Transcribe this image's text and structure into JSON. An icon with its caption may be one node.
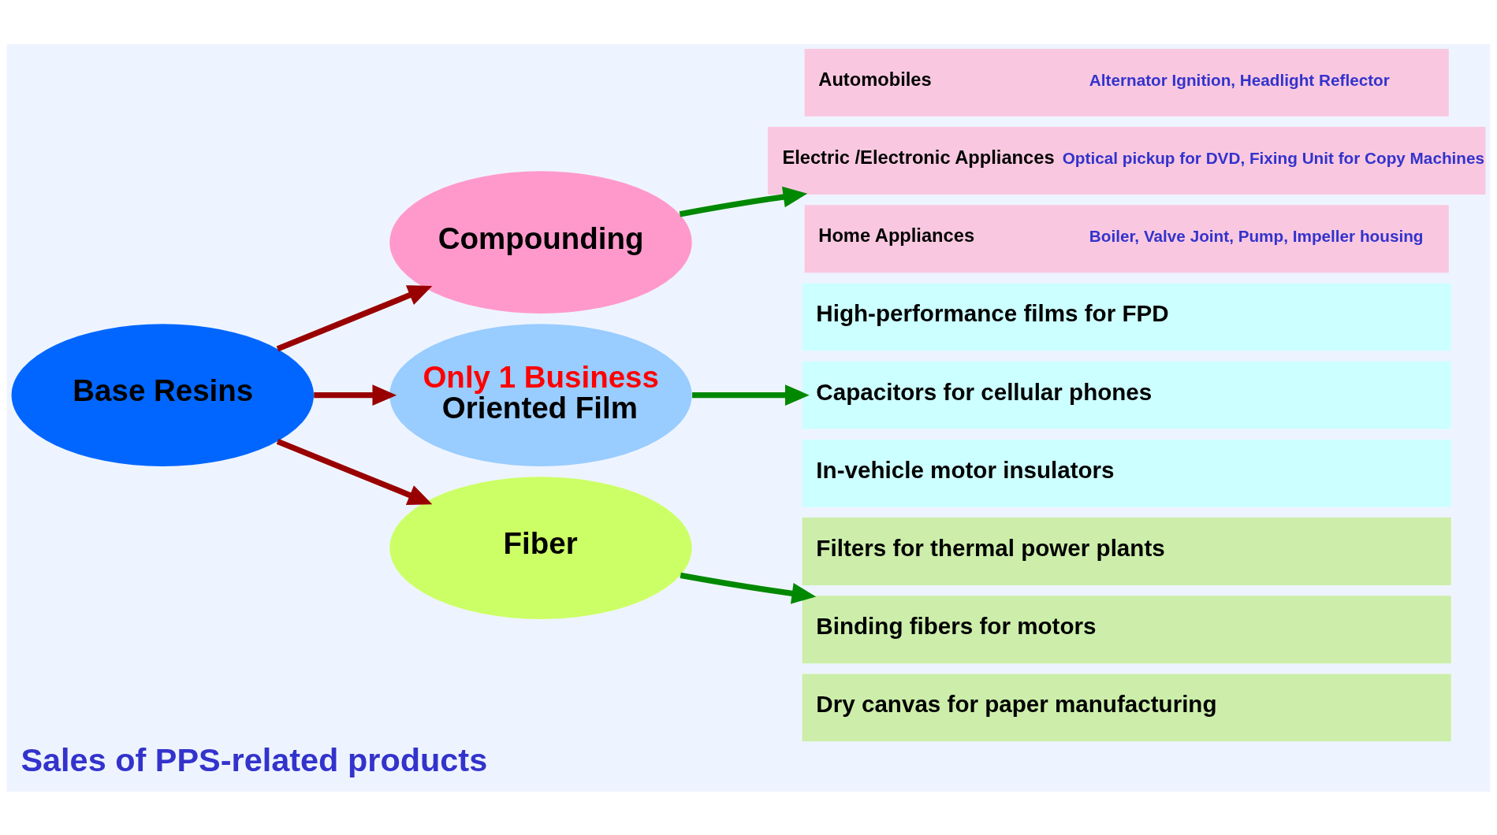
{
  "diagram": {
    "caption": "Sales of PPS-related products",
    "nodes": [
      {
        "text": [
          "Base Resins"
        ]
      },
      {
        "text": [
          "Compounding"
        ]
      },
      {
        "text": [
          "Only 1 Business",
          "Oriented Film"
        ]
      },
      {
        "text": [
          "Fiber"
        ]
      },
      {
        "text": [
          "Automobiles",
          "Alternator Ignition, Headlight Reflector"
        ]
      },
      {
        "text": [
          "Electric /Electronic Appliances",
          "Optical pickup for DVD, Fixing Unit for Copy Machines"
        ]
      },
      {
        "text": [
          "Home Appliances",
          "Boiler, Valve Joint, Pump, Impeller housing"
        ]
      },
      {
        "text": [
          "High-performance films for FPD"
        ]
      },
      {
        "text": [
          "Capacitors for cellular phones"
        ]
      },
      {
        "text": [
          "In-vehicle motor insulators"
        ]
      },
      {
        "text": [
          "Filters for thermal power plants"
        ]
      },
      {
        "text": [
          "Binding fibers for motors"
        ]
      },
      {
        "text": [
          "Dry canvas for paper manufacturing"
        ]
      }
    ],
    "edges": [
      {
        "from": 0,
        "to": 1,
        "arrow": "to",
        "color": "#990000"
      },
      {
        "from": 0,
        "to": 2,
        "arrow": "to",
        "color": "#990000"
      },
      {
        "from": 0,
        "to": 3,
        "arrow": "to",
        "color": "#990000"
      },
      {
        "from": 1,
        "to": 5,
        "arrow": "to",
        "color": "#008800"
      },
      {
        "from": 2,
        "to": 8,
        "arrow": "to",
        "color": "#008800"
      },
      {
        "from": 3,
        "to": 11,
        "arrow": "to",
        "color": "#008800"
      }
    ]
  }
}
